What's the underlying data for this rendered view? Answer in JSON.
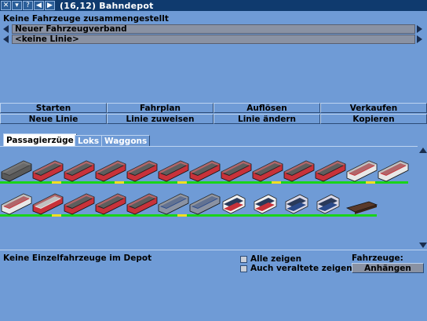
{
  "window": {
    "title": "(16,12) Bahndepot",
    "buttons": [
      {
        "name": "close-icon",
        "glyph": "✕"
      },
      {
        "name": "collapse-icon",
        "glyph": "▾"
      },
      {
        "name": "help-icon",
        "glyph": "?"
      },
      {
        "name": "prev-icon",
        "glyph": "◀"
      },
      {
        "name": "next-icon",
        "glyph": "▶"
      }
    ]
  },
  "status": {
    "convoy_message": "Keine Fahrzeuge zusammengestellt"
  },
  "selectors": {
    "convoy": "Neuer Fahrzeugverband",
    "line": "<keine Linie>"
  },
  "actions": {
    "row1": [
      "Starten",
      "Fahrplan",
      "Auflösen",
      "Verkaufen"
    ],
    "row2": [
      "Neue Linie",
      "Linie zuweisen",
      "Linie ändern",
      "Kopieren"
    ]
  },
  "tabs": [
    {
      "label": "Passagierzüge",
      "active": true
    },
    {
      "label": "Loks",
      "active": false
    },
    {
      "label": "Waggons",
      "active": false
    }
  ],
  "vehicles": {
    "row1": [
      {
        "type": "train",
        "body": "#5a5a5a",
        "stripe": "#3a3a3a",
        "status": "green"
      },
      {
        "type": "train",
        "body": "#c8323a",
        "stripe": "#222",
        "status": "yellow"
      },
      {
        "type": "train",
        "body": "#c8323a",
        "stripe": "#222",
        "status": "green"
      },
      {
        "type": "train",
        "body": "#c8323a",
        "stripe": "#222",
        "status": "yellow"
      },
      {
        "type": "train",
        "body": "#c8323a",
        "stripe": "#222",
        "status": "green"
      },
      {
        "type": "train",
        "body": "#c8323a",
        "stripe": "#222",
        "status": "yellow"
      },
      {
        "type": "train",
        "body": "#c8323a",
        "stripe": "#222",
        "status": "green"
      },
      {
        "type": "train",
        "body": "#c8323a",
        "stripe": "#222",
        "status": "green"
      },
      {
        "type": "train",
        "body": "#c8323a",
        "stripe": "#222",
        "status": "yellow"
      },
      {
        "type": "train",
        "body": "#c8323a",
        "stripe": "#222",
        "status": "green"
      },
      {
        "type": "train",
        "body": "#c8323a",
        "stripe": "#222",
        "status": "green"
      },
      {
        "type": "train",
        "body": "#e8e8e8",
        "stripe": "#c8323a",
        "status": "yellow"
      },
      {
        "type": "train",
        "body": "#e8e8e8",
        "stripe": "#c8323a",
        "status": "green"
      }
    ],
    "row2": [
      {
        "type": "train",
        "body": "#e8e8e8",
        "stripe": "#c8323a",
        "status": "green"
      },
      {
        "type": "train",
        "body": "#c8323a",
        "stripe": "#e8e8e8",
        "status": "yellow"
      },
      {
        "type": "train",
        "body": "#c8323a",
        "stripe": "#222",
        "status": "green"
      },
      {
        "type": "train",
        "body": "#c8323a",
        "stripe": "#222",
        "status": "green"
      },
      {
        "type": "train",
        "body": "#c8323a",
        "stripe": "#222",
        "status": "green"
      },
      {
        "type": "train",
        "body": "#8a92a3",
        "stripe": "#2a4a8a",
        "status": "yellow"
      },
      {
        "type": "train",
        "body": "#8a92a3",
        "stripe": "#2a4a8a",
        "status": "green"
      },
      {
        "type": "tram",
        "body": "#f2f2f2",
        "stripe": "#c8323a",
        "status": "green"
      },
      {
        "type": "tram",
        "body": "#f2f2f2",
        "stripe": "#c8323a",
        "status": "green"
      },
      {
        "type": "tram",
        "body": "#d8d8e8",
        "stripe": "#2a4a8a",
        "status": "green"
      },
      {
        "type": "tram",
        "body": "#d8d8e8",
        "stripe": "#2a4a8a",
        "status": "green"
      },
      {
        "type": "flat",
        "body": "#5a3a2a",
        "stripe": "#3a2418",
        "status": "green"
      }
    ]
  },
  "depot": {
    "empty_message": "Keine Einzelfahrzeuge im Depot",
    "show_all": "Alle zeigen",
    "show_obsolete": "Auch veraltete zeigen",
    "vehicles_label": "Fahrzeuge:",
    "append_button": "Anhängen"
  },
  "colors": {
    "background": "#6f9bd6",
    "titlebar": "#0f3a6e",
    "status_green": "#19d419",
    "status_yellow": "#f0e020"
  }
}
